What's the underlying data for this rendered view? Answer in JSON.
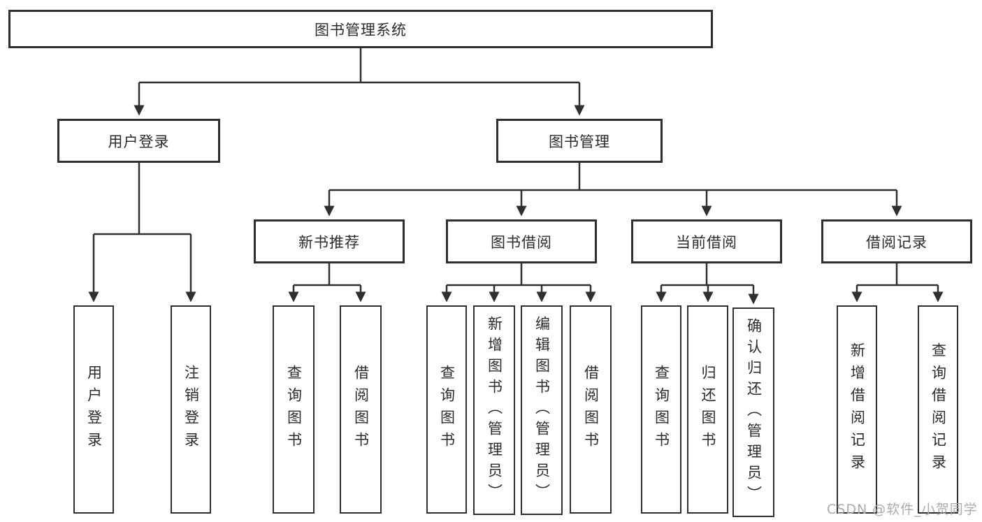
{
  "diagram": {
    "type": "hierarchy-tree",
    "colors": {
      "line": "#333333",
      "box_border": "#2f2f2f",
      "text": "#2b2b2b",
      "background": "#ffffff",
      "watermark": "#ababab"
    },
    "nodes": {
      "root": {
        "label": "图书管理系统"
      },
      "level1": [
        {
          "label": "用户登录"
        },
        {
          "label": "图书管理"
        }
      ],
      "level2": [
        {
          "label": "新书推荐",
          "parent": "图书管理"
        },
        {
          "label": "图书借阅",
          "parent": "图书管理"
        },
        {
          "label": "当前借阅",
          "parent": "图书管理"
        },
        {
          "label": "借阅记录",
          "parent": "图书管理"
        }
      ],
      "leaves": [
        {
          "label": "用户登录",
          "parent": "用户登录"
        },
        {
          "label": "注销登录",
          "parent": "用户登录"
        },
        {
          "label": "查询图书",
          "parent": "新书推荐"
        },
        {
          "label": "借阅图书",
          "parent": "新书推荐"
        },
        {
          "label": "查询图书",
          "parent": "图书借阅"
        },
        {
          "label": "新增图书（管理员）",
          "parent": "图书借阅"
        },
        {
          "label": "编辑图书（管理员）",
          "parent": "图书借阅"
        },
        {
          "label": "借阅图书",
          "parent": "图书借阅"
        },
        {
          "label": "查询图书",
          "parent": "当前借阅"
        },
        {
          "label": "归还图书",
          "parent": "当前借阅"
        },
        {
          "label": "确认归还（管理员）",
          "parent": "当前借阅"
        },
        {
          "label": "新增借阅记录",
          "parent": "借阅记录"
        },
        {
          "label": "查询借阅记录",
          "parent": "借阅记录"
        }
      ]
    }
  },
  "watermark": "CSDN @软件_小贺同学"
}
